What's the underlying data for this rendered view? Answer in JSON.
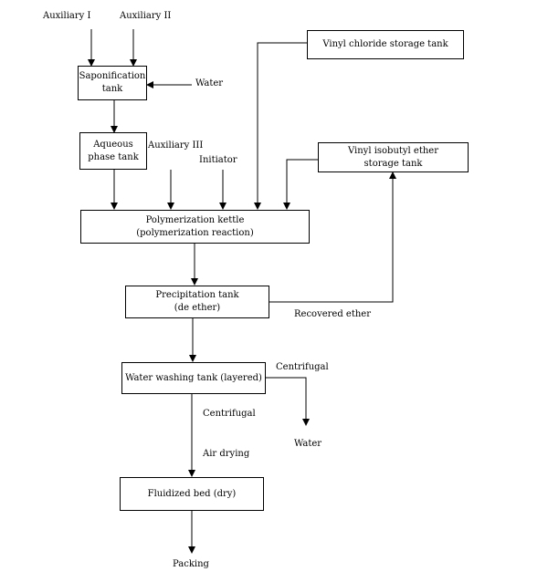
{
  "inputs": {
    "aux1": "Auxiliary I",
    "aux2": "Auxiliary II",
    "aux3": "Auxiliary III",
    "water": "Water",
    "initiator": "Initiator"
  },
  "boxes": {
    "vinyl_chloride": "Vinyl chloride storage tank",
    "saponification": [
      "Saponification",
      "tank"
    ],
    "aqueous": [
      "Aqueous",
      "phase tank"
    ],
    "vinyl_isobutyl": [
      "Vinyl isobutyl ether",
      "storage tank"
    ],
    "polymerization": [
      "Polymerization kettle",
      "(polymerization reaction)"
    ],
    "precipitation": [
      "Precipitation tank",
      "(de ether)"
    ],
    "water_washing": "Water washing tank (layered)",
    "fluidized": "Fluidized bed (dry)"
  },
  "labels": {
    "recovered_ether": "Recovered ether",
    "centrifugal_right": "Centrifugal",
    "water_out": "Water",
    "centrifugal_down": "Centrifugal",
    "air_drying": "Air drying",
    "packing": "Packing"
  }
}
